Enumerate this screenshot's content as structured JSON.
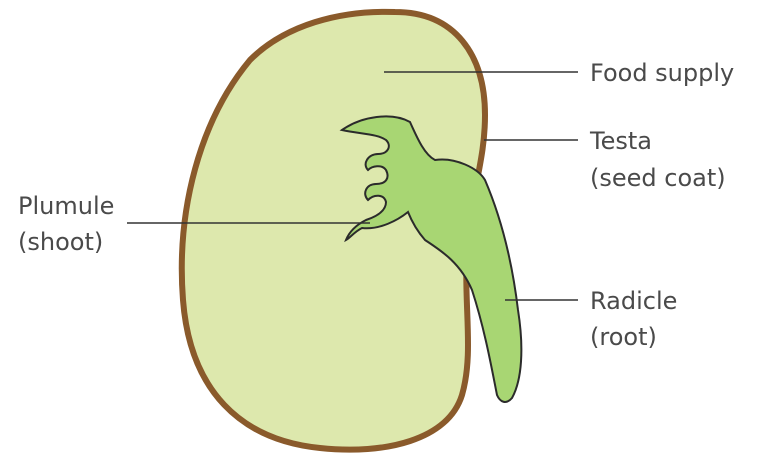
{
  "labels": {
    "food_supply": "Food supply",
    "testa_line1": "Testa",
    "testa_line2": "(seed coat)",
    "plumule_line1": "Plumule",
    "plumule_line2": "(shoot)",
    "radicle_line1": "Radicle",
    "radicle_line2": "(root)"
  },
  "colors": {
    "seed_fill": "#dde8ad",
    "testa": "#8a5a2b",
    "embryo_fill": "#a8d673",
    "outline": "#2b2b2b",
    "leader": "#333333",
    "text": "#4a4a4a"
  }
}
